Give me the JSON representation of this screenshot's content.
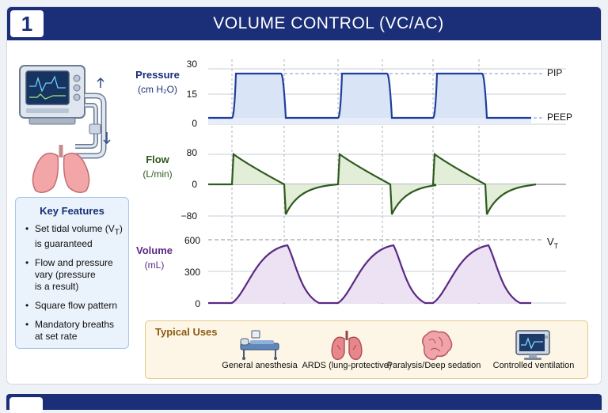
{
  "section": {
    "number": "1",
    "title": "VOLUME  CONTROL  (VC/AC)"
  },
  "charts": {
    "pressure": {
      "label_line1": "Pressure",
      "label_line2": "(cm H₂O)",
      "ticks": [
        "30",
        "15",
        "0"
      ],
      "ref_labels": [
        "PIP",
        "PEEP"
      ]
    },
    "flow": {
      "label_line1": "Flow",
      "label_line2": "(L/min)",
      "ticks": [
        "80",
        "0",
        "−80"
      ]
    },
    "volume": {
      "label_line1": "Volume",
      "label_line2": "(mL)",
      "ticks": [
        "600",
        "300",
        "0"
      ],
      "ref_label": "V",
      "ref_sub": "T"
    }
  },
  "features": {
    "title": "Key Features",
    "items": [
      {
        "line1": "Set tidal volume (V",
        "sub": "T",
        "line1b": ")",
        "line2": "is guaranteed"
      },
      {
        "line1": "Flow and pressure",
        "line2": "vary (pressure",
        "line3": "is a result)"
      },
      {
        "line1": "Square flow pattern"
      },
      {
        "line1": "Mandatory breaths",
        "line2": "at set rate"
      }
    ]
  },
  "uses": {
    "title": "Typical Uses",
    "items": [
      "General anesthesia",
      "ARDS (lung-protective)",
      "Paralysis/Deep sedation",
      "Controlled ventilation"
    ]
  },
  "colors": {
    "navy": "#1b2e78",
    "pressure": "#1f3f9e",
    "flow": "#2e5b1e",
    "volume": "#5a2a82"
  }
}
